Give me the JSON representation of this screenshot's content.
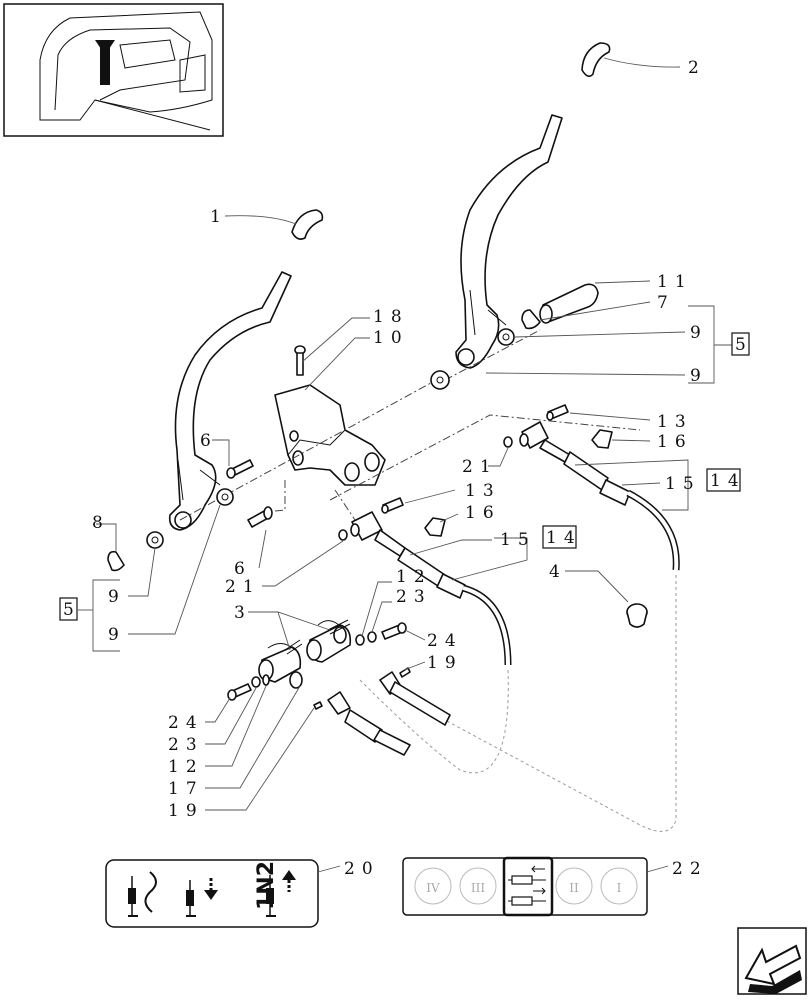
{
  "labels": {
    "l1": "1",
    "l2": "2",
    "l3": "3",
    "l4": "4",
    "l5a": "5",
    "l5b": "5",
    "l6a": "6",
    "l6b": "6",
    "l7": "7",
    "l8": "8",
    "l9a": "9",
    "l9b": "9",
    "l9c": "9",
    "l9d": "9",
    "l10": "10",
    "l11": "11",
    "l12a": "12",
    "l12b": "12",
    "l13a": "13",
    "l13b": "13",
    "l14a": "14",
    "l14b": "14",
    "l15a": "15",
    "l15b": "15",
    "l16a": "16",
    "l16b": "16",
    "l17": "17",
    "l18": "18",
    "l19a": "19",
    "l19b": "19",
    "l20": "20",
    "l21a": "21",
    "l21b": "21",
    "l22": "22",
    "l23a": "23",
    "l23b": "23",
    "l24a": "24",
    "l24b": "24"
  },
  "decal_20": {
    "text": "1N2"
  },
  "decal_22": {
    "roman": [
      "IV",
      "III",
      "II",
      "I"
    ]
  },
  "icons": {
    "nav_arrow": "arrow-icon",
    "thumbnail": "tractor-cab-thumbnail"
  }
}
